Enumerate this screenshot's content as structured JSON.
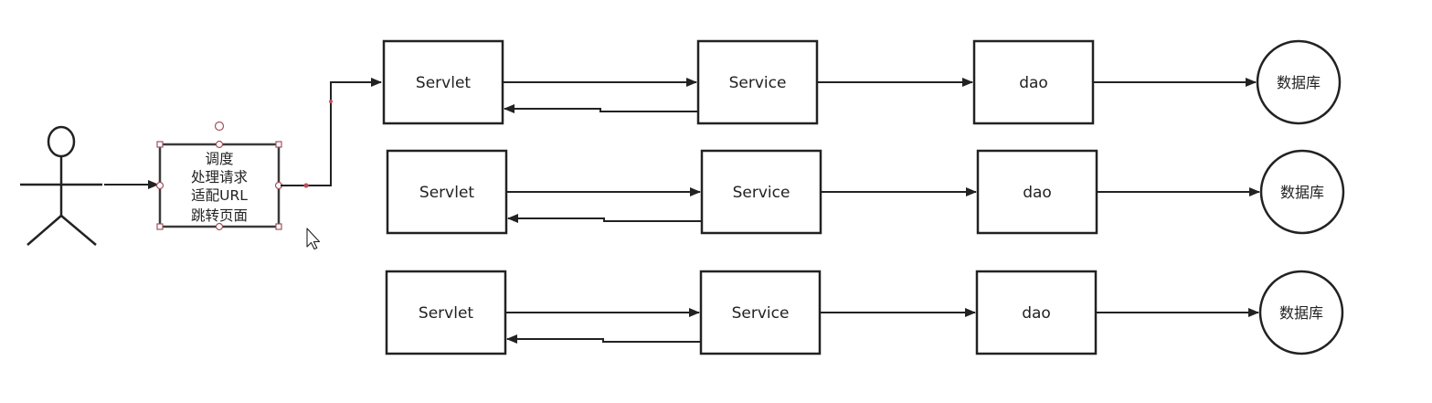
{
  "diagram": {
    "actor": {
      "icon": "stick-figure-actor-icon"
    },
    "dispatcher": {
      "lines": [
        "调度",
        "处理请求",
        "适配URL",
        "跳转页面"
      ],
      "selected": true
    },
    "rows": [
      {
        "servlet": "Servlet",
        "service": "Service",
        "dao": "dao",
        "database": "数据库"
      },
      {
        "servlet": "Servlet",
        "service": "Service",
        "dao": "dao",
        "database": "数据库"
      },
      {
        "servlet": "Servlet",
        "service": "Service",
        "dao": "dao",
        "database": "数据库"
      }
    ]
  },
  "colors": {
    "stroke": "#222222",
    "selection_handle": "#a0525f",
    "background": "#ffffff"
  }
}
